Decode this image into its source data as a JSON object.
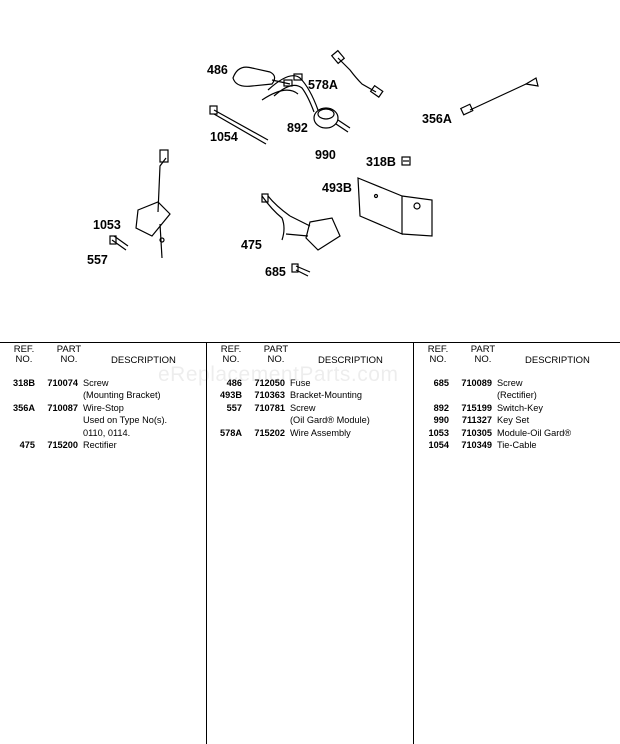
{
  "diagram": {
    "callouts": [
      "486",
      "578A",
      "1054",
      "892",
      "990",
      "356A",
      "318B",
      "493B",
      "1053",
      "557",
      "475",
      "685"
    ]
  },
  "watermark": "eReplacementParts.com",
  "table": {
    "headers": {
      "ref_line1": "REF.",
      "ref_line2": "NO.",
      "part_line1": "PART",
      "part_line2": "NO.",
      "description": "DESCRIPTION"
    },
    "columns": [
      [
        {
          "ref": "318B",
          "part": "710074",
          "desc": [
            "Screw",
            "(Mounting Bracket)"
          ]
        },
        {
          "ref": "356A",
          "part": "710087",
          "desc": [
            "Wire-Stop",
            "Used on Type No(s).",
            "0110, 0114."
          ]
        },
        {
          "ref": "475",
          "part": "715200",
          "desc": [
            "Rectifier"
          ]
        }
      ],
      [
        {
          "ref": "486",
          "part": "712050",
          "desc": [
            "Fuse"
          ]
        },
        {
          "ref": "493B",
          "part": "710363",
          "desc": [
            "Bracket-Mounting"
          ]
        },
        {
          "ref": "557",
          "part": "710781",
          "desc": [
            "Screw",
            "(Oil Gard® Module)"
          ]
        },
        {
          "ref": "578A",
          "part": "715202",
          "desc": [
            "Wire Assembly"
          ]
        }
      ],
      [
        {
          "ref": "685",
          "part": "710089",
          "desc": [
            "Screw",
            "(Rectifier)"
          ]
        },
        {
          "ref": "892",
          "part": "715199",
          "desc": [
            "Switch-Key"
          ]
        },
        {
          "ref": "990",
          "part": "711327",
          "desc": [
            "Key Set"
          ]
        },
        {
          "ref": "1053",
          "part": "710305",
          "desc": [
            "Module-Oil Gard®"
          ]
        },
        {
          "ref": "1054",
          "part": "710349",
          "desc": [
            "Tie-Cable"
          ]
        }
      ]
    ]
  }
}
